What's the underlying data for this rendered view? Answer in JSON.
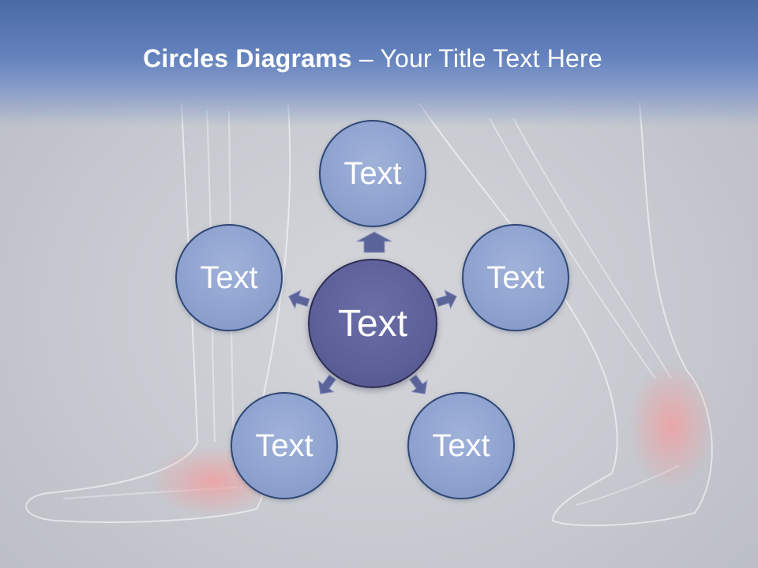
{
  "title": {
    "bold": "Circles Diagrams",
    "rest": " – Your Title Text Here"
  },
  "diagram": {
    "center": "Text",
    "outer": [
      "Text",
      "Text",
      "Text",
      "Text",
      "Text"
    ]
  },
  "colors": {
    "header": "#5b7ab8",
    "outer_fill": "#8ea2cf",
    "outer_border": "#2f4775",
    "center_fill": "#5c5e98",
    "arrow": "#5b6499"
  }
}
